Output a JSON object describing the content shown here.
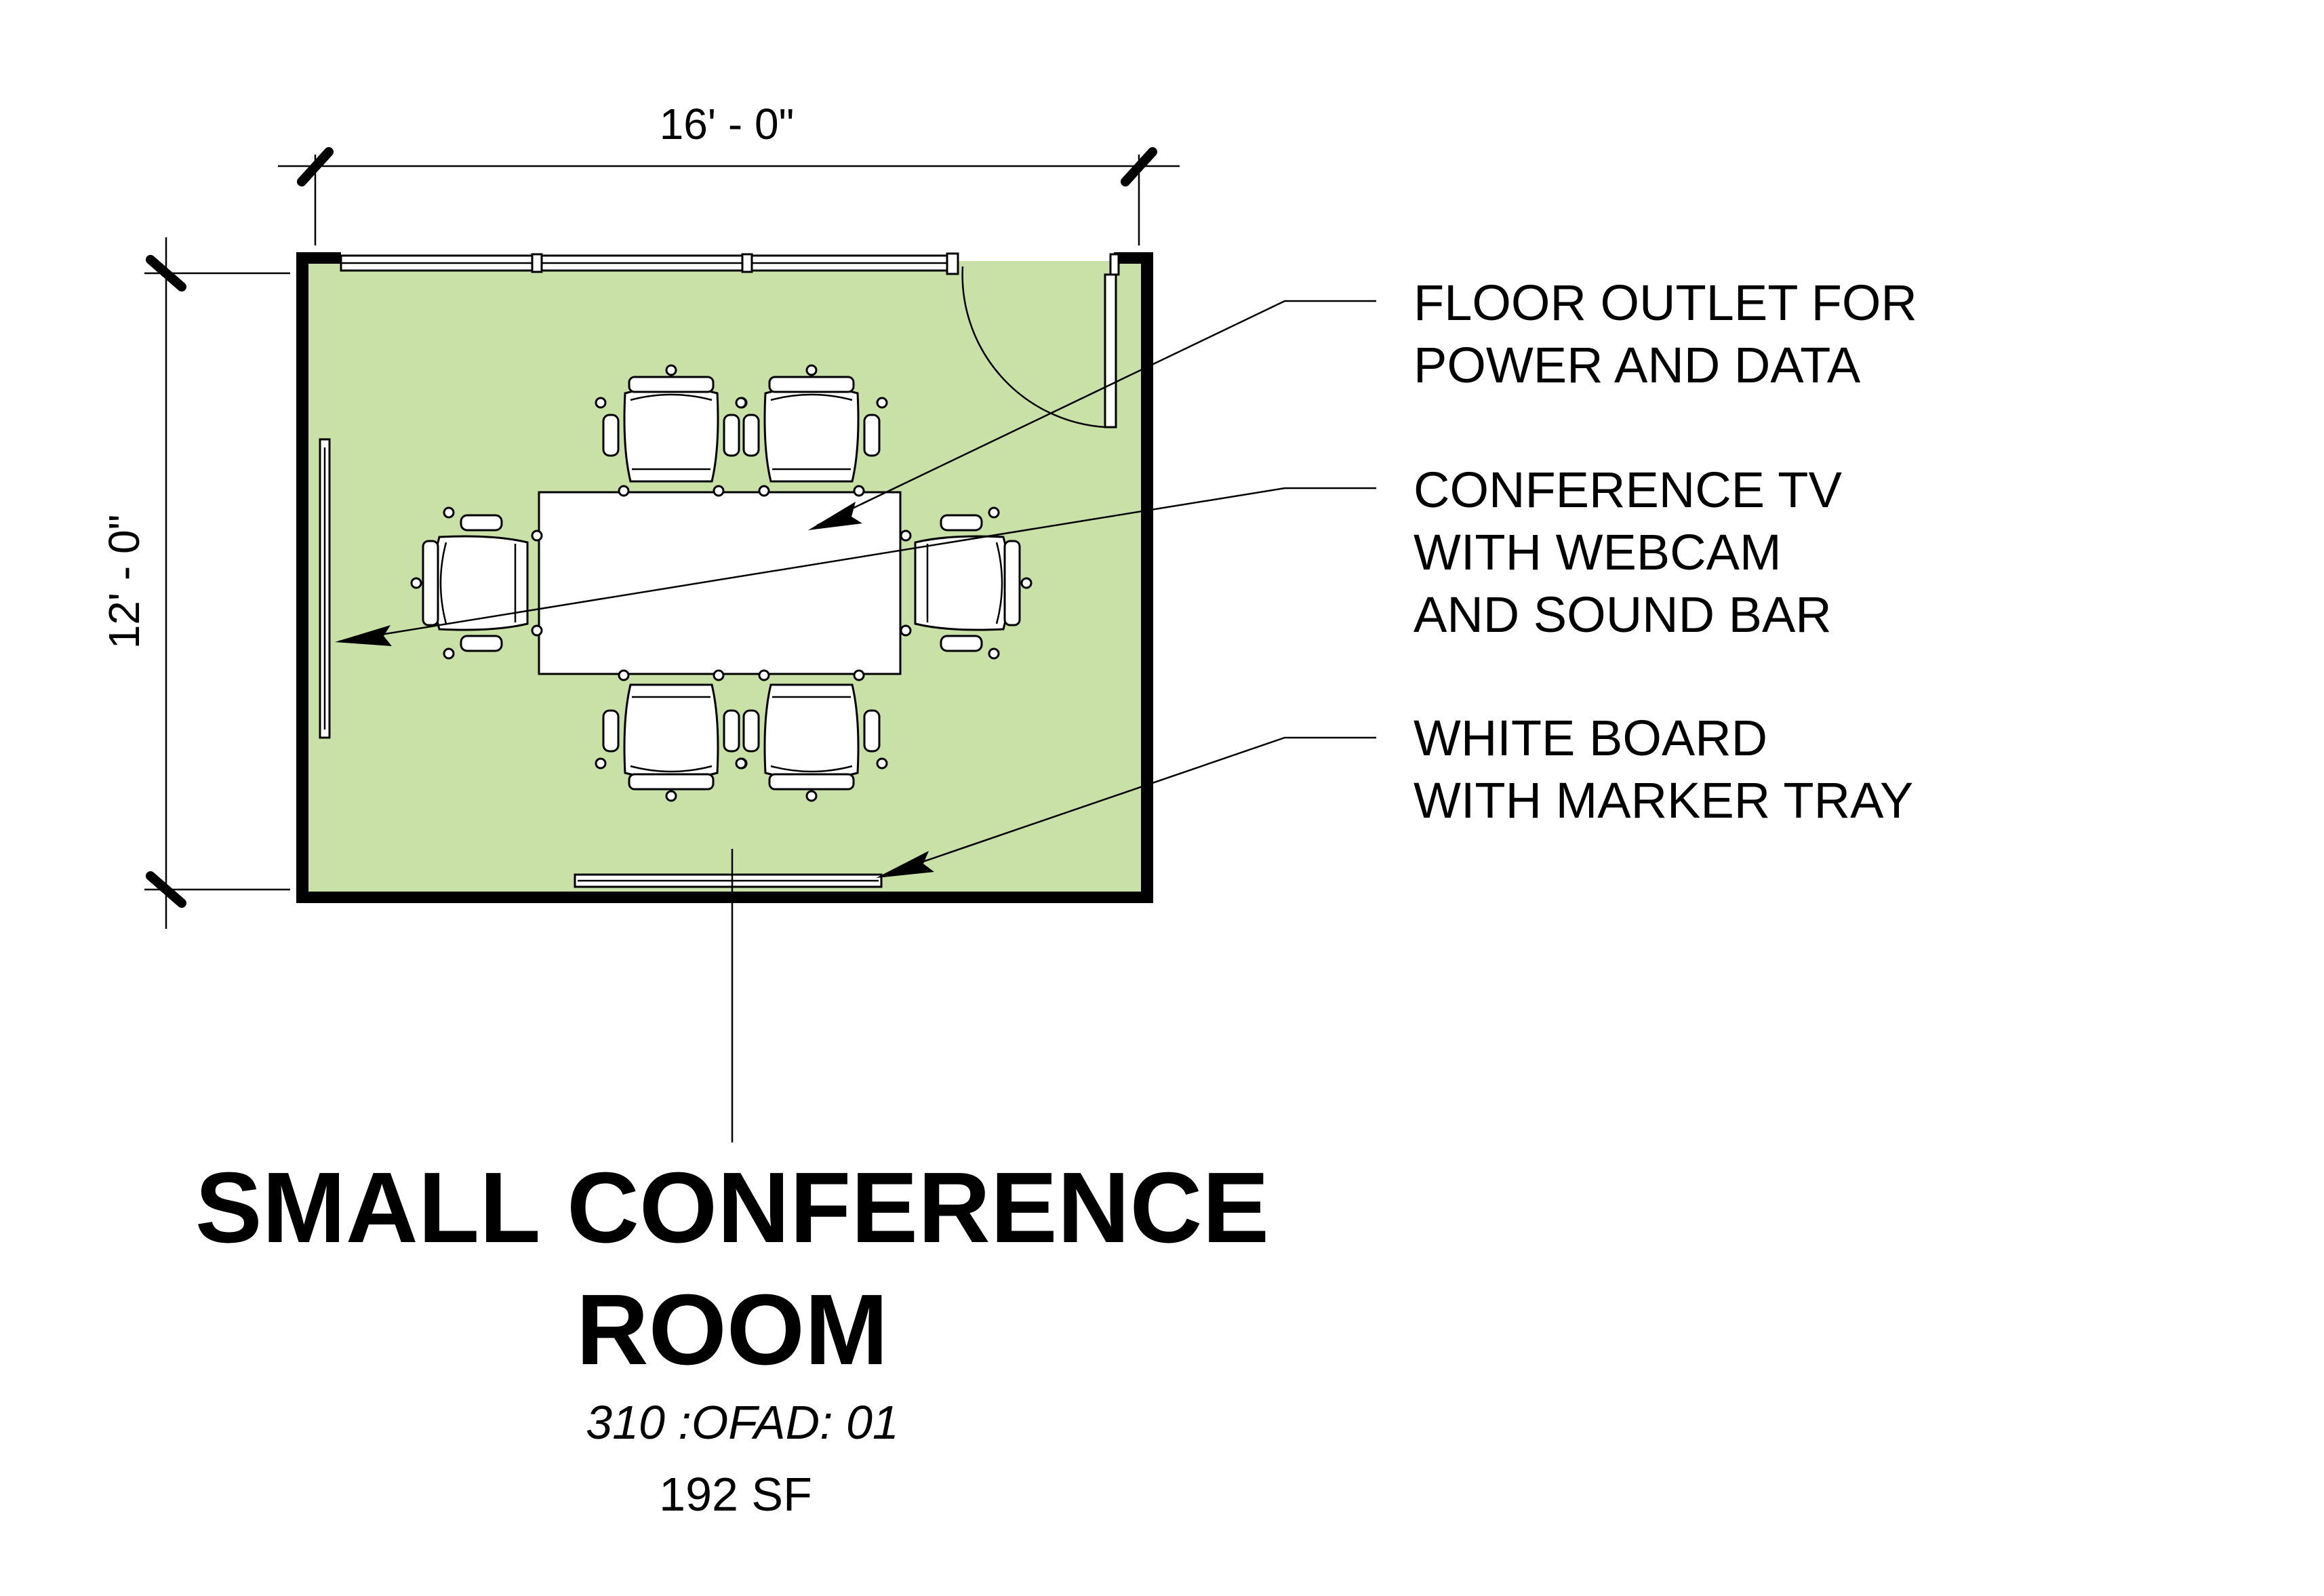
{
  "plan": {
    "width_dimension": "16' - 0\"",
    "height_dimension": "12' - 0\"",
    "floor_color": "#c9e1a6"
  },
  "notes": [
    {
      "lines": [
        "FLOOR OUTLET FOR",
        "POWER AND DATA"
      ]
    },
    {
      "lines": [
        "CONFERENCE TV",
        "WITH WEBCAM",
        "AND SOUND BAR"
      ]
    },
    {
      "lines": [
        "WHITE BOARD",
        "WITH MARKER TRAY"
      ]
    }
  ],
  "room_tag": {
    "title_line_1": "SMALL CONFERENCE",
    "title_line_2": "ROOM",
    "code": "310 :OFAD: 01",
    "area": "192 SF"
  }
}
